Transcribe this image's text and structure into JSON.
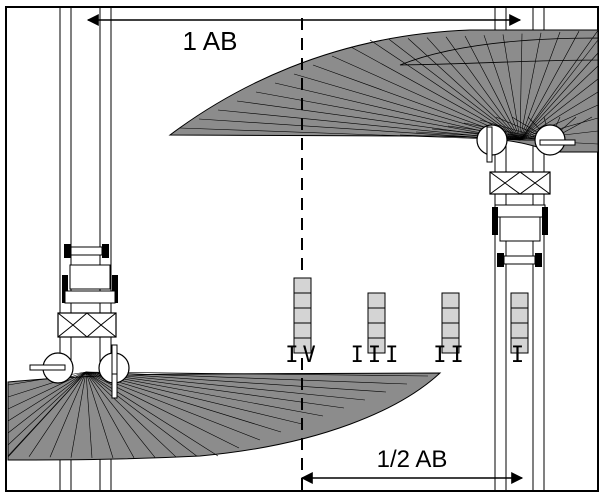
{
  "labels": {
    "full_width": "1 AB",
    "half_width": "1/2 AB"
  },
  "trays": [
    {
      "numeral": "IV",
      "cells": 5
    },
    {
      "numeral": "III",
      "cells": 4
    },
    {
      "numeral": "II",
      "cells": 4
    },
    {
      "numeral": "I",
      "cells": 4
    }
  ],
  "colors": {
    "spread_fill": "#8c8c8c",
    "tray_fill": "#d4d4d4",
    "line": "#000000",
    "background": "#ffffff"
  }
}
